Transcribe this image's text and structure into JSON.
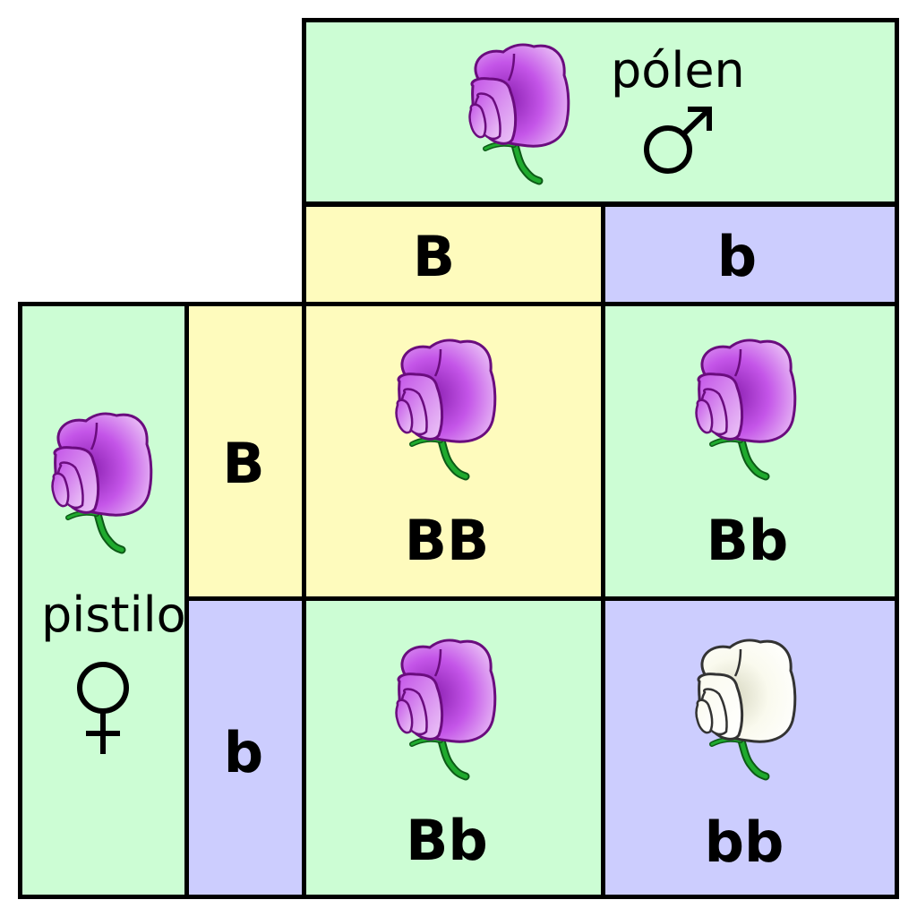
{
  "pollen": {
    "label": "pólen",
    "symbol": "male-symbol-icon"
  },
  "pistil": {
    "label": "pistilo",
    "symbol": "female-symbol-icon"
  },
  "pollen_alleles": [
    "B",
    "b"
  ],
  "pistil_alleles": [
    "B",
    "b"
  ],
  "offspring": [
    {
      "genotype": "BB",
      "phenotype": "purple"
    },
    {
      "genotype": "Bb",
      "phenotype": "purple"
    },
    {
      "genotype": "Bb",
      "phenotype": "purple"
    },
    {
      "genotype": "bb",
      "phenotype": "white"
    }
  ],
  "colors": {
    "green": "#ccfdd4",
    "yellow": "#fefbbd",
    "blue": "#cccdfe",
    "purple_flower": "#c455e8",
    "white_flower": "#fafaee",
    "stem": "#1faa2e"
  }
}
